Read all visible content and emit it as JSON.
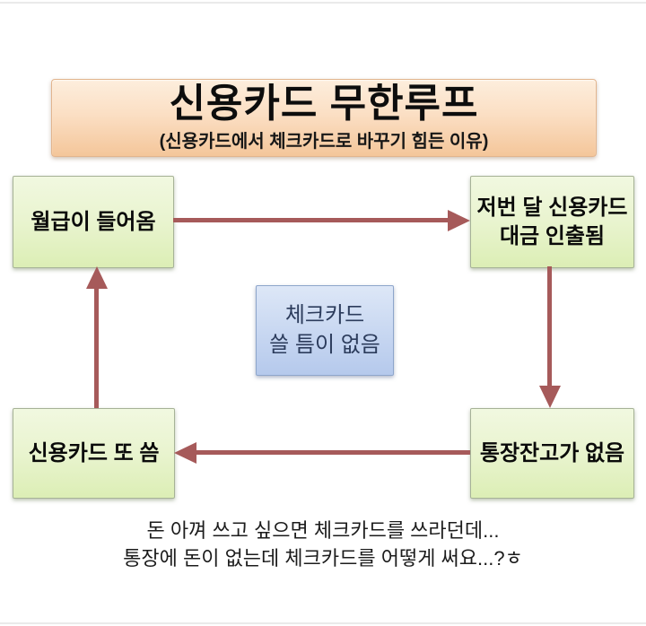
{
  "banner": {
    "title": "신용카드 무한루프",
    "subtitle": "(신용카드에서 체크카드로 바꾸기 힘든 이유)"
  },
  "nodes": {
    "top_left": {
      "label": "월급이 들어옴"
    },
    "top_right": {
      "line1": "저번 달 신용카드",
      "line2": "대금 인출됨"
    },
    "bottom_right": {
      "label": "통장잔고가 없음"
    },
    "bottom_left": {
      "label": "신용카드 또 씀"
    },
    "center": {
      "line1": "체크카드",
      "line2": "쓸 틈이 없음"
    }
  },
  "edges": [
    {
      "from": "월급이 들어옴",
      "to": "저번 달 신용카드 대금 인출됨",
      "direction": "right"
    },
    {
      "from": "저번 달 신용카드 대금 인출됨",
      "to": "통장잔고가 없음",
      "direction": "down"
    },
    {
      "from": "통장잔고가 없음",
      "to": "신용카드 또 씀",
      "direction": "left"
    },
    {
      "from": "신용카드 또 씀",
      "to": "월급이 들어옴",
      "direction": "up"
    }
  ],
  "caption": {
    "line1": "돈 아껴 쓰고 싶으면 체크카드를 쓰라던데...",
    "line2": "통장에 돈이 없는데 체크카드를 어떻게 써요...?ㅎ"
  },
  "colors": {
    "arrow": "#a65a5a",
    "banner_top": "#fdeedd",
    "banner_bottom": "#f4c69a",
    "green_box_top": "#f1f8e0",
    "green_box_bottom": "#dceeb5",
    "blue_box_top": "#dde7f7",
    "blue_box_bottom": "#b5c9ec",
    "blue_box_text": "#2c3c5c"
  }
}
